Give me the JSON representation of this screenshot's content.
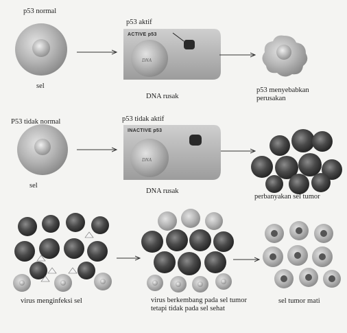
{
  "colors": {
    "background": "#f4f4f2",
    "cell_light": "#b9b9b9",
    "cell_dark": "#3e3e3e",
    "ink": "#1c1c1c"
  },
  "rows": [
    {
      "left_label_top": "p53 normal",
      "left_label_bottom": "sel",
      "middle_label_top": "p53 aktif",
      "panel_text": "ACTIVE p53",
      "middle_label_bottom": "DNA rusak",
      "right_label": "p53 menyebabkan perusakan"
    },
    {
      "left_label_top": "P53 tidak normal",
      "left_label_bottom": "sel",
      "middle_label_top": "p53 tidak aktif",
      "panel_text": "INACTIVE p53",
      "middle_label_bottom": "DNA rusak",
      "right_label": "perbanyakan sel tumor"
    }
  ],
  "bottom": {
    "left": "virus menginfeksi sel",
    "middle": "virus berkembang pada sel tumor tetapi tidak pada sel sehat",
    "right": "sel tumor mati"
  }
}
